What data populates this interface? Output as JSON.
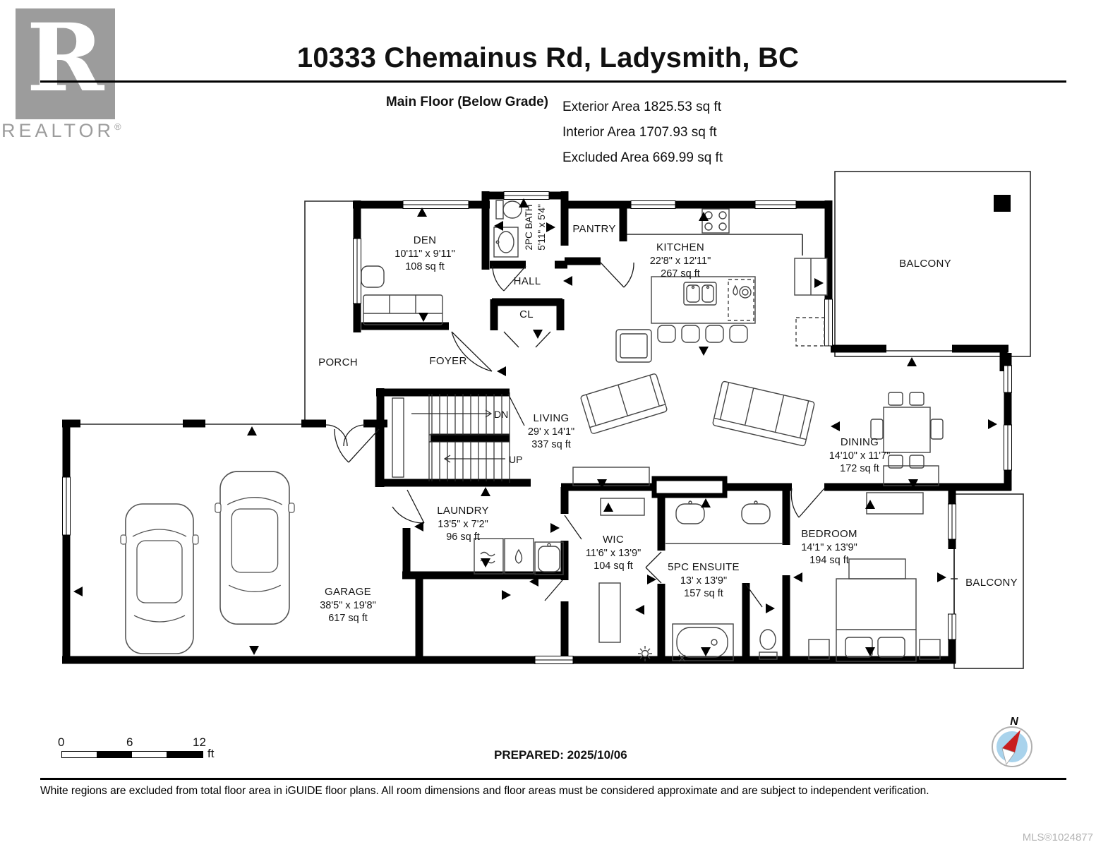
{
  "brand": {
    "name": "REALTOR",
    "reg": "®",
    "r_glyph": "R"
  },
  "header": {
    "title": "10333 Chemainus Rd, Ladysmith, BC",
    "floor_label": "Main Floor (Below Grade)",
    "exterior_area": "Exterior Area 1825.53 sq ft",
    "interior_area": "Interior Area 1707.93 sq ft",
    "excluded_area": "Excluded Area 669.99 sq ft"
  },
  "rooms": {
    "den": {
      "name": "DEN",
      "dims": "10'11\" x 9'11\"",
      "area": "108 sq ft"
    },
    "bath2pc": {
      "name": "2PC BATH",
      "dims": "5'11\" x 5'4\""
    },
    "pantry": {
      "name": "PANTRY"
    },
    "hall": {
      "name": "HALL"
    },
    "closet": {
      "name": "CL"
    },
    "porch": {
      "name": "PORCH"
    },
    "foyer": {
      "name": "FOYER"
    },
    "kitchen": {
      "name": "KITCHEN",
      "dims": "22'8\" x 12'11\"",
      "area": "267 sq ft"
    },
    "living": {
      "name": "LIVING",
      "dims": "29' x 14'1\"",
      "area": "337 sq ft"
    },
    "dining": {
      "name": "DINING",
      "dims": "14'10\" x 11'7\"",
      "area": "172 sq ft"
    },
    "balcony_top": {
      "name": "BALCONY"
    },
    "garage": {
      "name": "GARAGE",
      "dims": "38'5\" x 19'8\"",
      "area": "617 sq ft"
    },
    "laundry": {
      "name": "LAUNDRY",
      "dims": "13'5\" x 7'2\"",
      "area": "96 sq ft"
    },
    "wic": {
      "name": "WIC",
      "dims": "11'6\" x 13'9\"",
      "area": "104 sq ft"
    },
    "ensuite": {
      "name": "5PC ENSUITE",
      "dims": "13' x 13'9\"",
      "area": "157 sq ft"
    },
    "bedroom": {
      "name": "BEDROOM",
      "dims": "14'1\" x 13'9\"",
      "area": "194 sq ft"
    },
    "balcony_right": {
      "name": "BALCONY"
    }
  },
  "stairs": {
    "down_label": "DN",
    "up_label": "UP"
  },
  "scale_bar": {
    "tick_0": "0",
    "tick_6": "6",
    "tick_12": "12",
    "unit": "ft"
  },
  "prepared_label": "PREPARED: 2025/10/06",
  "compass": {
    "north_label": "N"
  },
  "footer": {
    "disclaimer": "White regions are excluded from total floor area in iGUIDE floor plans. All room dimensions and floor areas must be considered approximate and are subject to independent verification.",
    "mls": "MLS®1024877"
  },
  "colors": {
    "wall": "#000000",
    "logo_gray": "#9c9c9c",
    "mls_gray": "#b4b4b4",
    "compass_blue": "#a9d3ec",
    "compass_red": "#c81e1e"
  }
}
